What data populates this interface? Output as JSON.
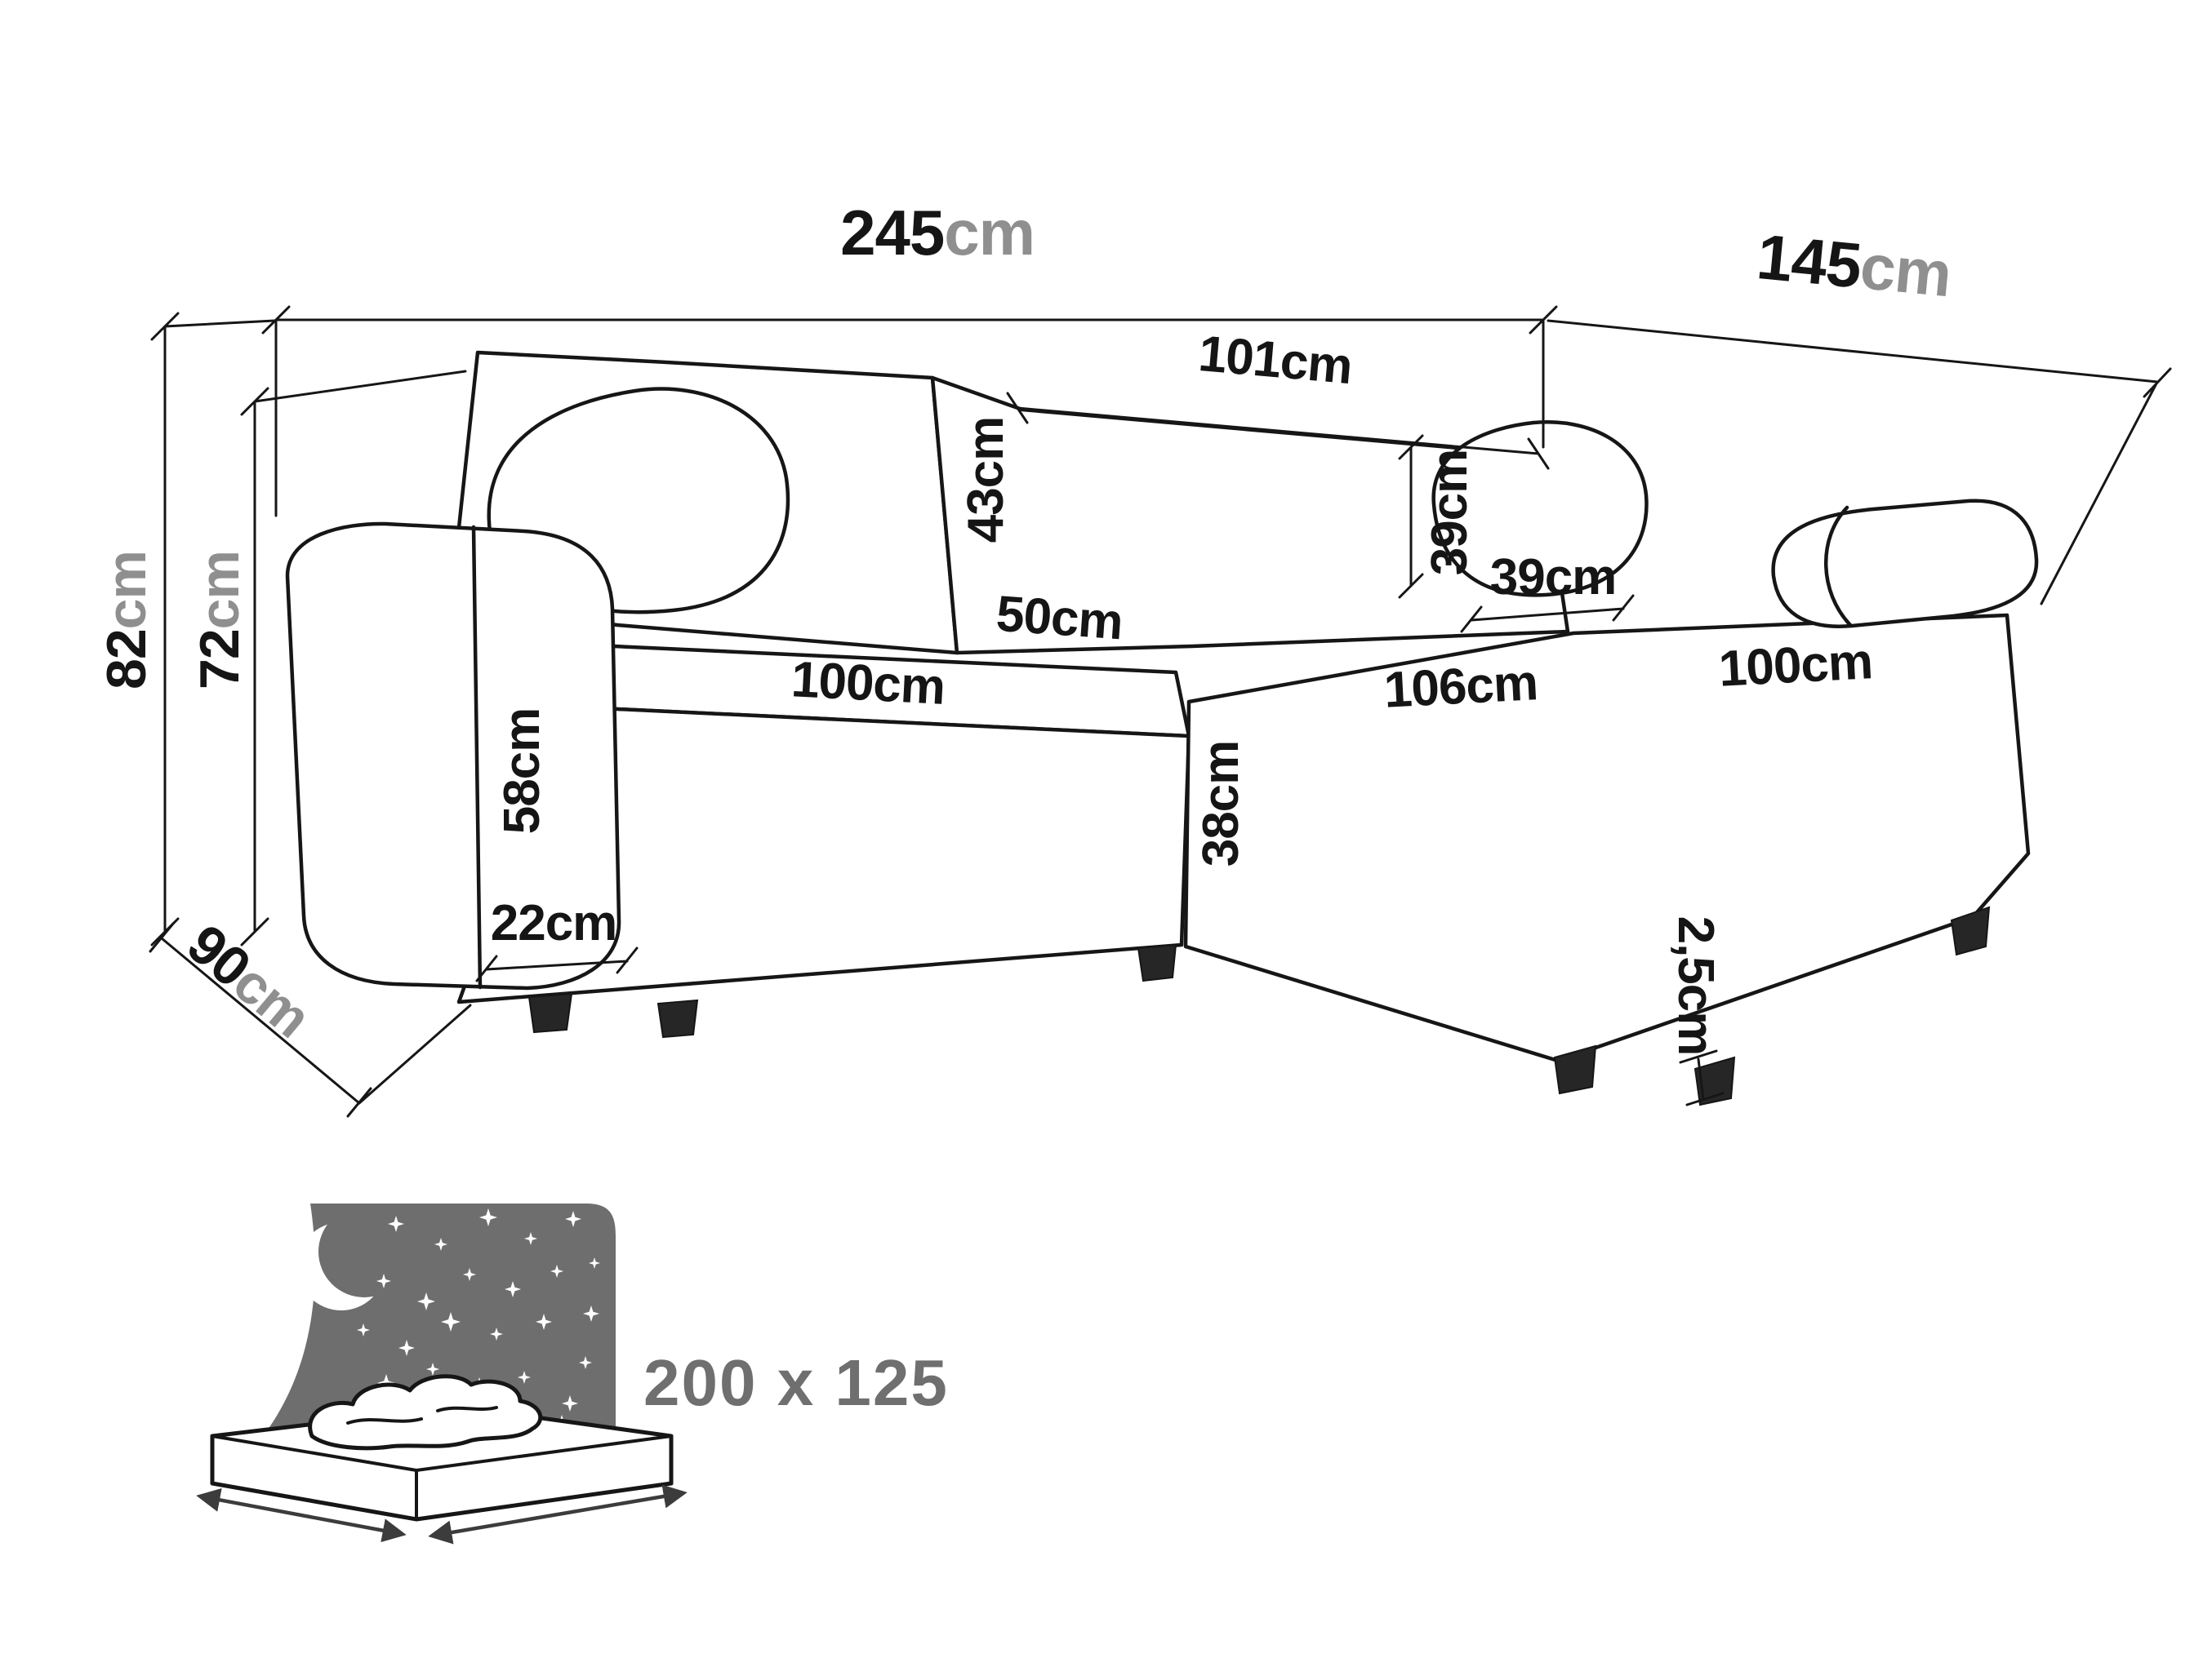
{
  "diagram_type": "corner-sofa-dimension-drawing",
  "labels": {
    "overall_width": {
      "value": "245",
      "unit": "cm"
    },
    "depth_right": {
      "value": "145",
      "unit": "cm"
    },
    "height_total": {
      "value": "82",
      "unit": "cm"
    },
    "height_backrest": {
      "value": "72",
      "unit": "cm"
    },
    "depth_left": {
      "value": "90",
      "unit": "cm"
    },
    "back_section_width": {
      "value": "101",
      "unit": "cm"
    },
    "back_cushion_height": {
      "value": "43",
      "unit": "cm"
    },
    "pillow_height": {
      "value": "39",
      "unit": "cm"
    },
    "pillow_width": {
      "value": "39",
      "unit": "cm"
    },
    "seat_depth": {
      "value": "50",
      "unit": "cm"
    },
    "seat_width_left": {
      "value": "100",
      "unit": "cm"
    },
    "corner_seat_width": {
      "value": "106",
      "unit": "cm"
    },
    "chaise_width": {
      "value": "100",
      "unit": "cm"
    },
    "armrest_height": {
      "value": "58",
      "unit": "cm"
    },
    "armrest_width": {
      "value": "22",
      "unit": "cm"
    },
    "seat_height": {
      "value": "38",
      "unit": "cm"
    },
    "leg_height": {
      "value": "2,5",
      "unit": "cm"
    }
  },
  "sleeping_area": {
    "label": "200 x 125"
  },
  "icons": {
    "night_panel": "moon-and-stars-icon",
    "bed": "sofa-bed-mattress-icon"
  },
  "colors": {
    "line": "#161616",
    "unit_gray": "#8f8f8f",
    "icon_gray": "#6e6e6e",
    "bed_text_gray": "#6f6f6f"
  }
}
